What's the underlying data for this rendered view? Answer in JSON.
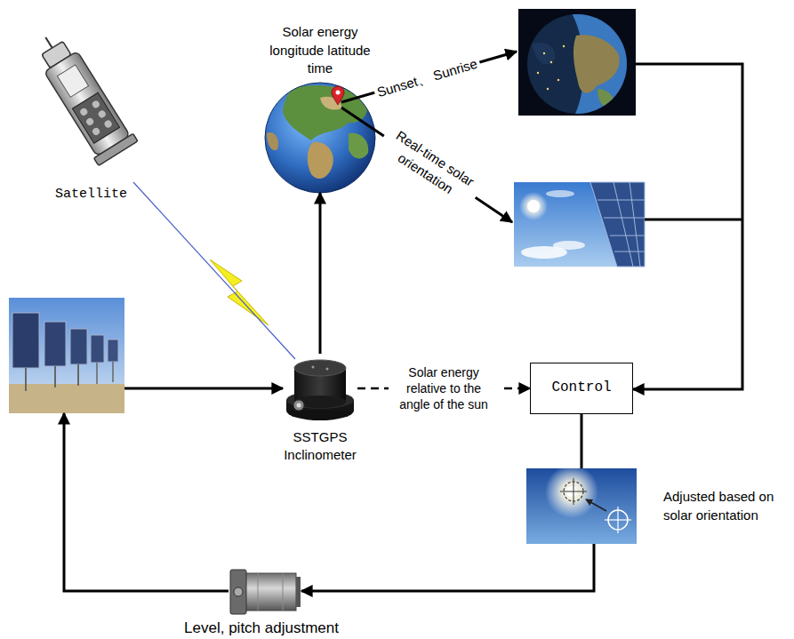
{
  "diagram": {
    "nodes": [
      {
        "text": [
          "Satellite"
        ]
      },
      {
        "text": [
          "Solar energy longitude latitude time"
        ]
      },
      {
        "text": [
          "SSTGPS Inclinometer"
        ]
      },
      {
        "text": [
          "Control"
        ]
      },
      {
        "text": [
          "Adjusted based on solar orientation"
        ]
      },
      {
        "text": [
          "Level, pitch adjustment"
        ]
      }
    ],
    "edges": [
      {
        "from": 0,
        "to": 2,
        "arrow": "none"
      },
      {
        "from": 2,
        "to": 1,
        "arrow": "to"
      },
      {
        "from": 2,
        "to": 3,
        "label": "Solar energy relative to the angle of the sun",
        "arrow": "to"
      },
      {
        "from": 3,
        "to": 4,
        "arrow": "none"
      },
      {
        "from": 4,
        "to": 5,
        "arrow": "to"
      }
    ],
    "labels": [
      "Sunset、 Sunrise",
      "Real-time solar orientation"
    ]
  }
}
